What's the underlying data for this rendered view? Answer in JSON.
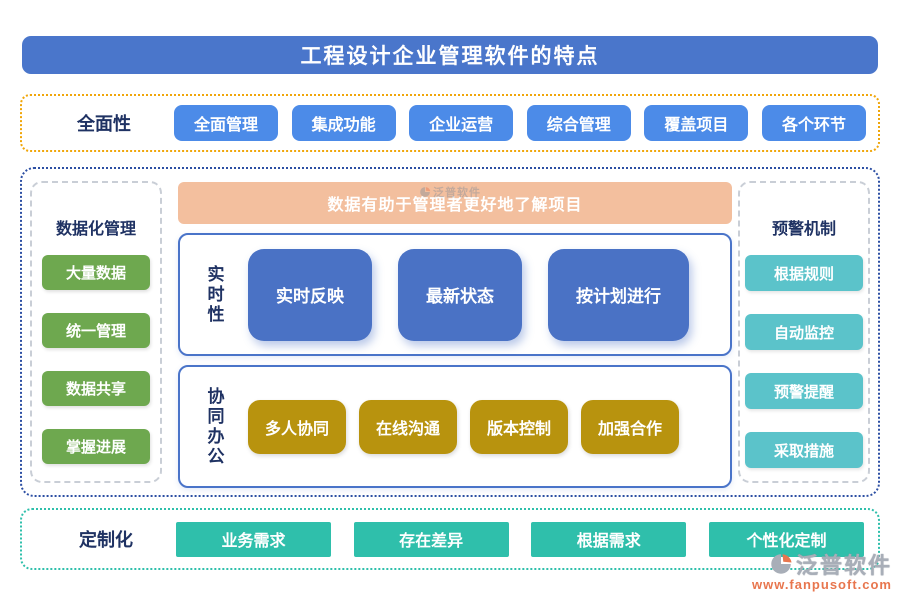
{
  "title": "工程设计企业管理软件的特点",
  "comprehensive": {
    "label": "全面性",
    "items": [
      "全面管理",
      "集成功能",
      "企业运营",
      "综合管理",
      "覆盖项目",
      "各个环节"
    ]
  },
  "data_management": {
    "label": "数据化管理",
    "items": [
      "大量数据",
      "统一管理",
      "数据共享",
      "掌握进展"
    ]
  },
  "warning": {
    "label": "预警机制",
    "items": [
      "根据规则",
      "自动监控",
      "预警提醒",
      "采取措施"
    ]
  },
  "banner": {
    "text": "数据有助于管理者更好地了解项目"
  },
  "realtime": {
    "label": "实时性",
    "items": [
      "实时反映",
      "最新状态",
      "按计划进行"
    ]
  },
  "collaboration": {
    "label": "协同办公",
    "items": [
      "多人协同",
      "在线沟通",
      "版本控制",
      "加强合作"
    ]
  },
  "customization": {
    "label": "定制化",
    "items": [
      "业务需求",
      "存在差异",
      "根据需求",
      "个性化定制"
    ]
  },
  "watermark": {
    "brand": "泛普软件",
    "url": "www.fanpusoft.com"
  },
  "colors": {
    "header_blue": "#4A76CB",
    "button_blue": "#4C8BE8",
    "royal_blue": "#4A72C5",
    "green": "#6EA84F",
    "teal_light": "#5BC3CA",
    "gold": "#B8930E",
    "mint": "#2FBFAB",
    "peach_banner": "#F3BF9E",
    "navy_text": "#1F3263",
    "dotted_orange": "#F0A60A",
    "dotted_navy": "#2C4FA3",
    "dotted_mint": "#2FBFAB",
    "watermark_orange": "#E8764E"
  }
}
